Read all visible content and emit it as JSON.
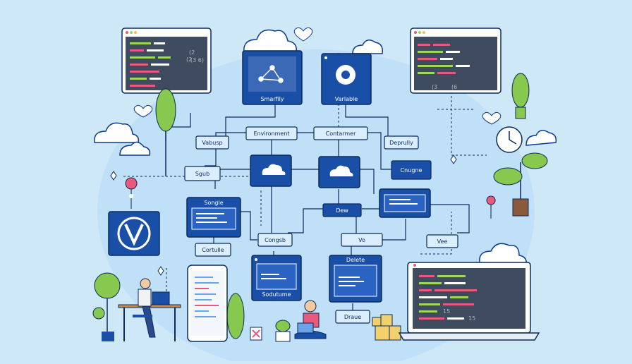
{
  "labels": {
    "simplify": "Smarfily",
    "variable": "Varlable",
    "environment": "Environment",
    "container": "Contarmer",
    "vabusp": "Vabusp",
    "deprully": "Deprully",
    "sgub": "Sgub",
    "cnugne": "Cnugne",
    "songle": "Songle",
    "dew": "Dew",
    "cortulle": "Cortulle",
    "congsb": "Congsb",
    "vo": "Vo",
    "vee": "Vee",
    "delete_title": "Delete",
    "solutume": "Sodutume",
    "draue": "Draue"
  },
  "code_fragments": {
    "tl1": "(2",
    "tl2": "(2",
    "tl3": "(3 6)",
    "tr1": "(3",
    "tr2": "(6",
    "lap1": "15",
    "lap2": "15"
  },
  "colors": {
    "background": "#cfe8f7",
    "node_blue": "#1a4fa8",
    "node_dark": "#0b3b8c",
    "label_fill": "#dbeeff",
    "window_dark": "#3f4b5e",
    "green_plant": "#86c94e",
    "accent_pink": "#e8597b",
    "accent_green": "#9ed85a"
  }
}
